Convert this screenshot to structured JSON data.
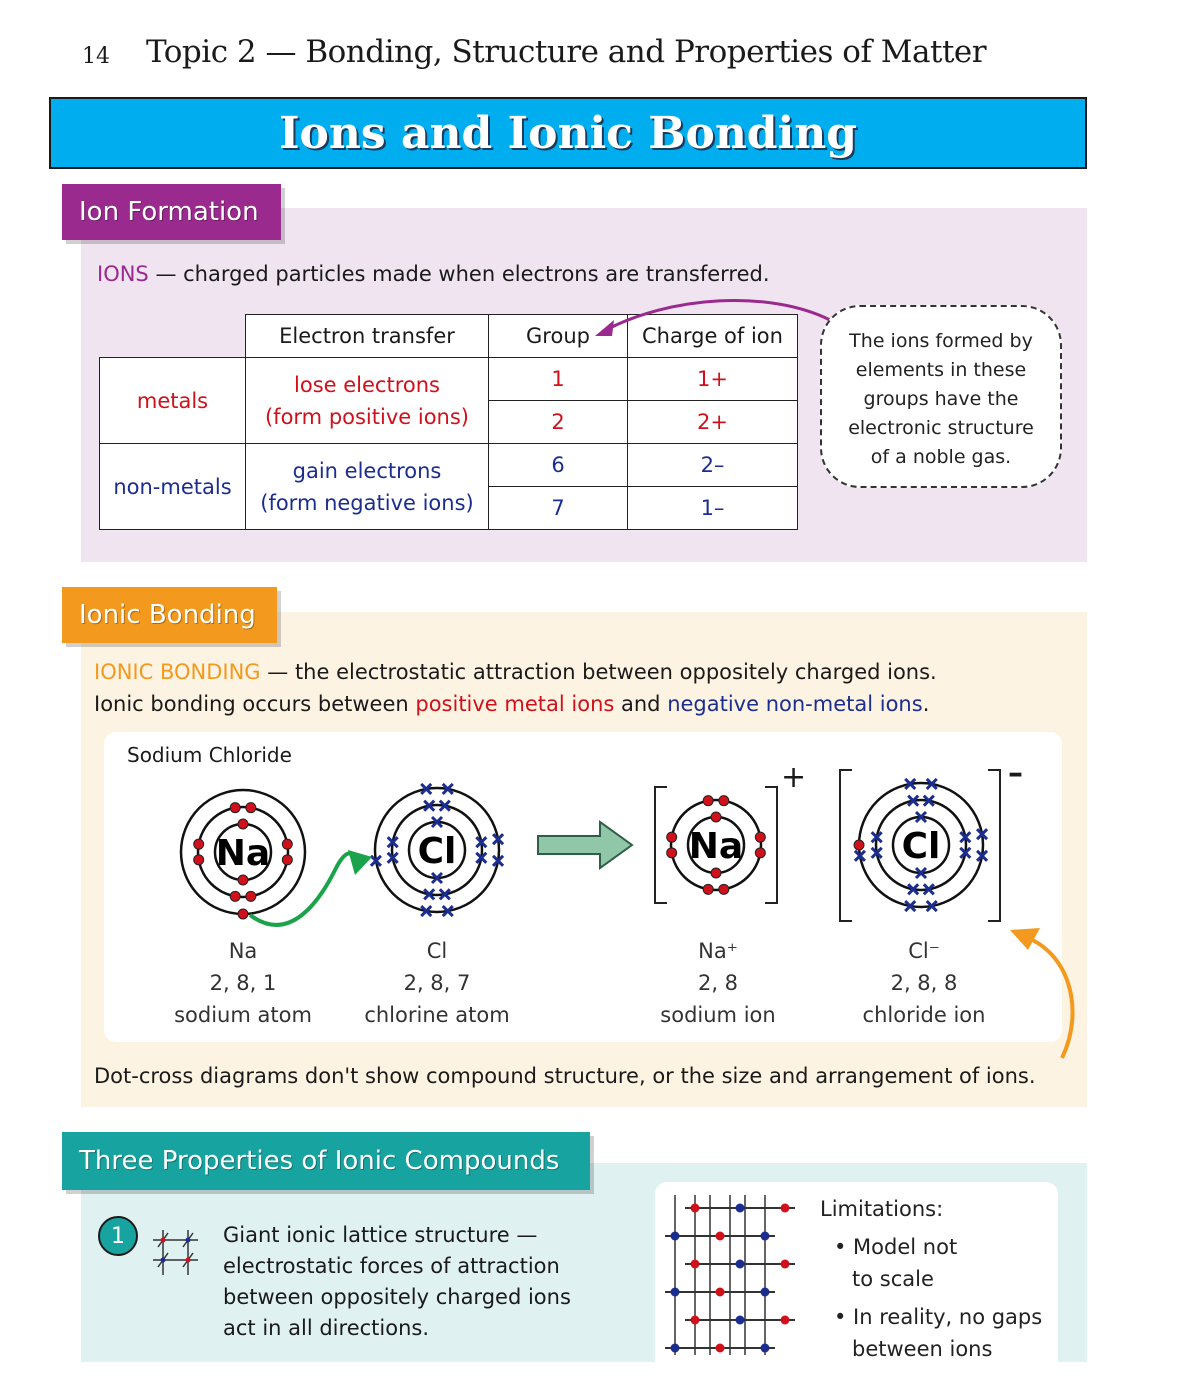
{
  "page": {
    "number": "14",
    "topic": "Topic 2 — Bonding, Structure and Properties of Matter",
    "title": "Ions and Ionic Bonding"
  },
  "ion_formation": {
    "heading": "Ion Formation",
    "def_term": "IONS",
    "def_text": " — charged particles made when electrons are transferred.",
    "table": {
      "headers": [
        "Electron transfer",
        "Group",
        "Charge of ion"
      ],
      "metals": {
        "label": "metals",
        "transfer1": "lose electrons",
        "transfer2": "(form positive ions)",
        "rows": [
          {
            "group": "1",
            "charge": "1+"
          },
          {
            "group": "2",
            "charge": "2+"
          }
        ]
      },
      "nonmetals": {
        "label": "non-metals",
        "transfer1": "gain electrons",
        "transfer2": "(form negative ions)",
        "rows": [
          {
            "group": "6",
            "charge": "2–"
          },
          {
            "group": "7",
            "charge": "1–"
          }
        ]
      }
    },
    "callout": [
      "The ions formed by",
      "elements in these",
      "groups have the",
      "electronic structure",
      "of a noble gas."
    ]
  },
  "ionic_bonding": {
    "heading": "Ionic Bonding",
    "def_term": "IONIC BONDING",
    "def_text": " — the electrostatic attraction between oppositely charged ions.",
    "line2_a": "Ionic bonding occurs between ",
    "line2_pos": "positive metal ions",
    "line2_b": " and ",
    "line2_neg": "negative non-metal ions",
    "line2_c": ".",
    "diagram_title": "Sodium Chloride",
    "species": [
      {
        "symbol": "Na",
        "name": "Na",
        "config": "2, 8, 1",
        "desc": "sodium atom"
      },
      {
        "symbol": "Cl",
        "name": "Cl",
        "config": "2, 8, 7",
        "desc": "chlorine atom"
      },
      {
        "symbol": "Na",
        "name": "Na⁺",
        "config": "2, 8",
        "desc": "sodium ion",
        "charge": "+"
      },
      {
        "symbol": "Cl",
        "name": "Cl⁻",
        "config": "2, 8, 8",
        "desc": "chloride ion",
        "charge": "–"
      }
    ],
    "note": "Dot-cross diagrams don't show compound structure, or the size and arrangement of ions."
  },
  "properties": {
    "heading": "Three Properties of Ionic Compounds",
    "items": [
      {
        "number": "1",
        "lines": [
          "Giant ionic lattice structure —",
          "electrostatic forces of attraction",
          "between oppositely charged ions",
          "act in all directions."
        ]
      }
    ],
    "limitations": {
      "title": "Limitations:",
      "bullets": [
        [
          "• Model not",
          "to scale"
        ],
        [
          "• In reality, no gaps",
          "between ions"
        ]
      ]
    }
  },
  "colors": {
    "banner": "#00aeef",
    "ion_formation": "#9a2a8e",
    "ionic_bonding": "#f39a1e",
    "properties": "#17a3a0",
    "electron_dot": "#d0111b",
    "electron_cross": "#1b2d8f"
  }
}
